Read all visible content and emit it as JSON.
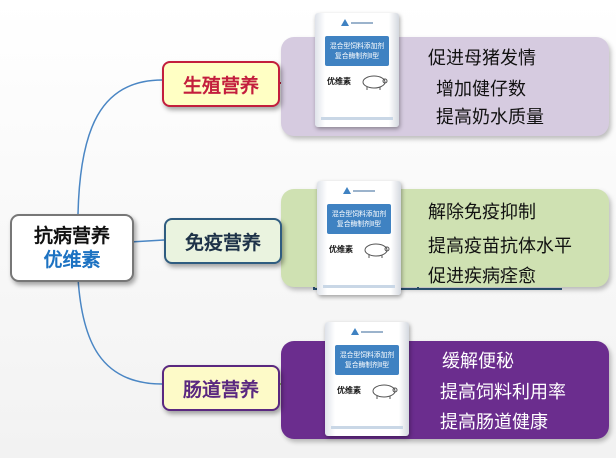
{
  "root": {
    "line1": "抗病营养",
    "line2": "优维素"
  },
  "colors": {
    "red": "#c31e3d",
    "navy": "#2f5c80",
    "green": "#8fbf6a",
    "purple": "#5a2880",
    "blue_link": "#4a86c4"
  },
  "package": {
    "line1": "混合型饲料添加剂",
    "line2": "复合酶制剂Ⅱ型",
    "product": "优维素",
    "icon": "pig-icon"
  },
  "branches": [
    {
      "label": "生殖营养",
      "items": [
        "促进母猪发情",
        "增加健仔数",
        "提高奶水质量"
      ]
    },
    {
      "label": "免疫营养",
      "items": [
        "解除免疫抑制",
        "提高疫苗抗体水平",
        "促进疾病痊愈"
      ]
    },
    {
      "label": "肠道营养",
      "items": [
        "缓解便秘",
        "提高饲料利用率",
        "提高肠道健康"
      ]
    }
  ]
}
